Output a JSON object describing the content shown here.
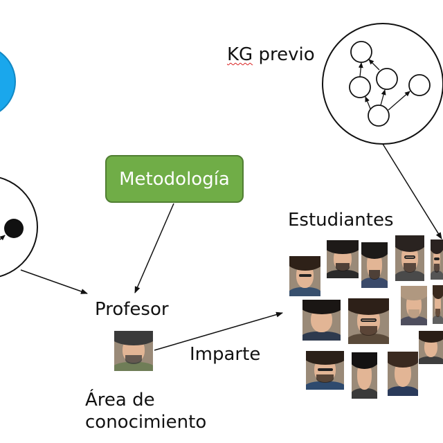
{
  "labels": {
    "kg_previo_kg": "KG",
    "kg_previo_rest": " previo",
    "metodologia": "Metodología",
    "estudiantes": "Estudiantes",
    "profesor": "Profesor",
    "imparte": "Imparte",
    "area_line1": "Área de",
    "area_line2": "conocimiento"
  },
  "colors": {
    "blue_node": "#1aa7ec",
    "method_fill": "#70ad47",
    "method_border": "#507e32",
    "stroke": "#111111"
  },
  "photos": {
    "profesor": {
      "hair": "#3a3a3a",
      "beard": true,
      "glasses": false,
      "shirt": "#6f7d57"
    },
    "students": [
      {
        "hair": "#2e2118",
        "beard": false,
        "glasses": true,
        "shirt": "#38506e"
      },
      {
        "hair": "#1e1a18",
        "beard": true,
        "glasses": false,
        "shirt": "#2a2a2a"
      },
      {
        "hair": "#1c1a18",
        "beard": true,
        "glasses": false,
        "shirt": "#3a4a6a"
      },
      {
        "hair": "#2a2320",
        "beard": true,
        "glasses": true,
        "shirt": "#4a4a4a"
      },
      {
        "hair": "#2a2220",
        "beard": true,
        "glasses": true,
        "shirt": "#555555"
      },
      {
        "hair": "#1a1614",
        "beard": false,
        "glasses": false,
        "shirt": "#2e3a4e"
      },
      {
        "hair": "#2d2018",
        "beard": true,
        "glasses": true,
        "shirt": "#5a4a3a"
      },
      {
        "hair": "#b09880",
        "beard": true,
        "glasses": false,
        "shirt": "#4e4e5e"
      },
      {
        "hair": "#3a2a1e",
        "beard": true,
        "glasses": false,
        "shirt": "#606060"
      },
      {
        "hair": "#2a1e16",
        "beard": false,
        "glasses": false,
        "shirt": "#3e3e3e"
      },
      {
        "hair": "#2a2018",
        "beard": true,
        "glasses": true,
        "shirt": "#2e4a6e"
      },
      {
        "hair": "#141212",
        "beard": false,
        "glasses": false,
        "shirt": "#3a3a3a"
      },
      {
        "hair": "#3a2a20",
        "beard": false,
        "glasses": false,
        "shirt": "#2a3a5a"
      }
    ]
  }
}
